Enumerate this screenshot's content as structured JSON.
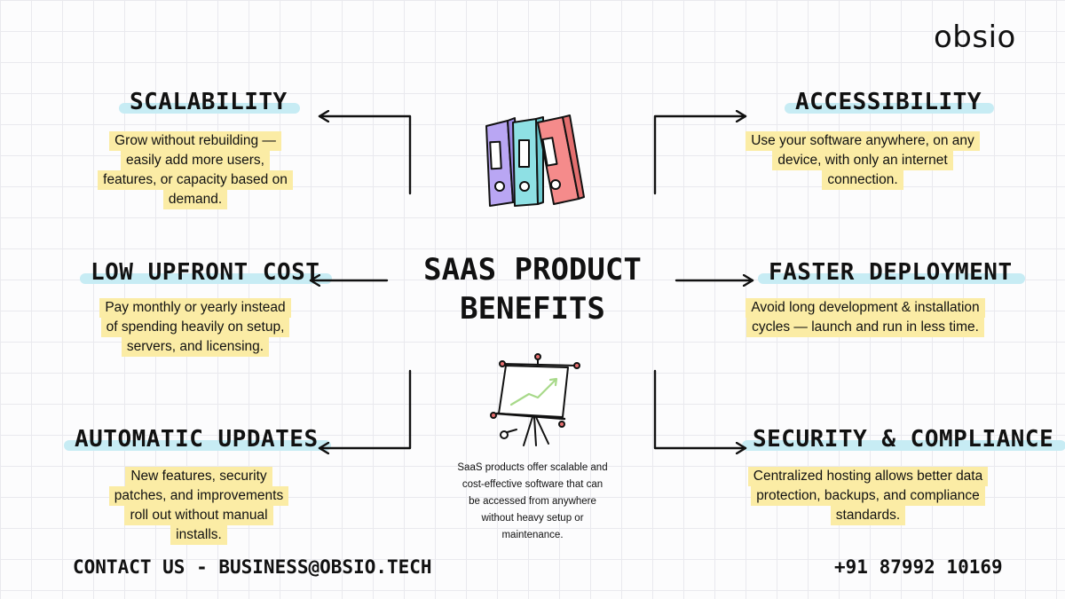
{
  "brand": {
    "logo": "obsio"
  },
  "center": {
    "title_line1": "SAAS PRODUCT",
    "title_line2": "BENEFITS",
    "description": [
      "SaaS products offer scalable and",
      "cost-effective software that can",
      "be accessed from anywhere",
      "without heavy setup or",
      "maintenance."
    ]
  },
  "benefits": {
    "scalability": {
      "title": "SCALABILITY",
      "lines": [
        "Grow without rebuilding —",
        "easily add more users,",
        "features, or capacity based on",
        "demand."
      ]
    },
    "low_upfront_cost": {
      "title": "LOW UPFRONT COST",
      "lines": [
        "Pay monthly or yearly instead",
        "of spending heavily on setup,",
        "servers, and licensing."
      ]
    },
    "automatic_updates": {
      "title": "AUTOMATIC UPDATES",
      "lines": [
        "New features, security",
        "patches, and improvements",
        "roll out without manual",
        "installs."
      ]
    },
    "accessibility": {
      "title": "ACCESSIBILITY",
      "lines": [
        "Use your software anywhere, on any",
        "device, with only an internet",
        "connection."
      ]
    },
    "faster_deployment": {
      "title": "FASTER DEPLOYMENT",
      "lines": [
        "Avoid long development & installation",
        "cycles — launch and run in less time."
      ]
    },
    "security_compliance": {
      "title": "SECURITY & COMPLIANCE",
      "lines": [
        "Centralized hosting allows better data",
        "protection, backups, and compliance",
        "standards."
      ]
    }
  },
  "footer": {
    "contact": "CONTACT US - BUSINESS@OBSIO.TECH",
    "phone": "+91 87992 10169"
  },
  "colors": {
    "heading_highlight": "#c7ecf4",
    "text_highlight": "#fbeca5",
    "binder_purple": "#b9a6f3",
    "binder_teal": "#8ee0e4",
    "binder_red": "#f58b8b",
    "chart_green": "#a8d98a"
  },
  "icons": [
    "binders-icon",
    "presentation-board-icon"
  ]
}
